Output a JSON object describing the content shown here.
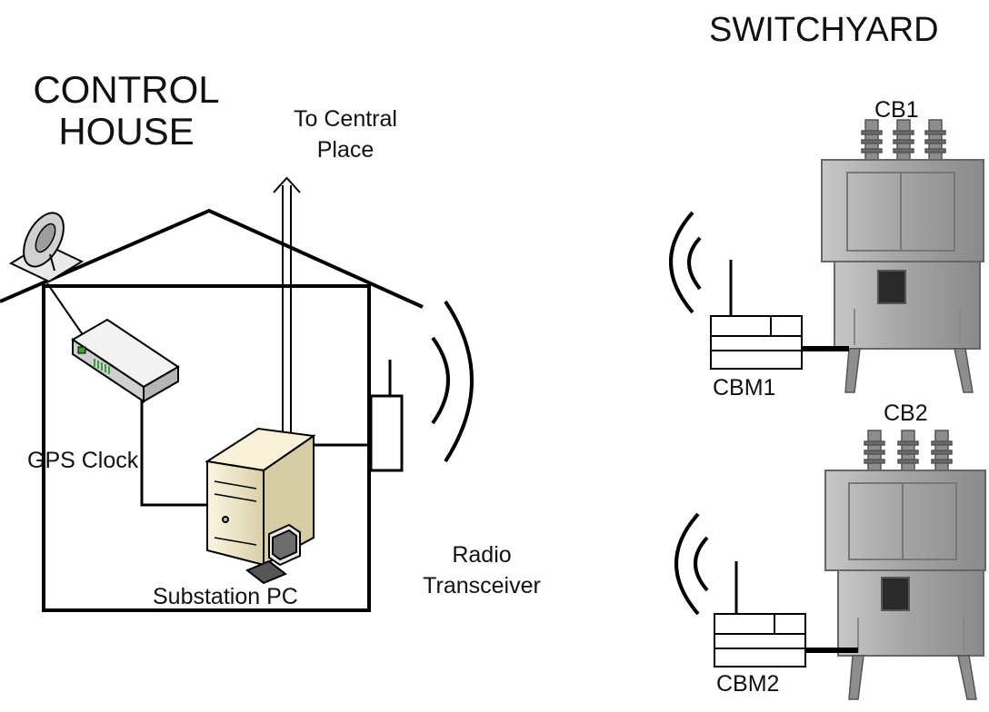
{
  "labels": {
    "switchyard": "SWITCHYARD",
    "control_house_line1": "CONTROL",
    "control_house_line2": "HOUSE",
    "to_central_line1": "To Central",
    "to_central_line2": "Place",
    "gps_clock": "GPS Clock",
    "substation_pc": "Substation PC",
    "radio_line1": "Radio",
    "radio_line2": "Transceiver",
    "cb1": "CB1",
    "cb2": "CB2",
    "cbm1": "CBM1",
    "cbm2": "CBM2"
  },
  "colors": {
    "line": "#000000",
    "breaker_body": "#a9a9a9",
    "breaker_dark": "#6f6f6f",
    "pc_case": "#f2ecd2",
    "gps_led": "#3aa13a"
  }
}
